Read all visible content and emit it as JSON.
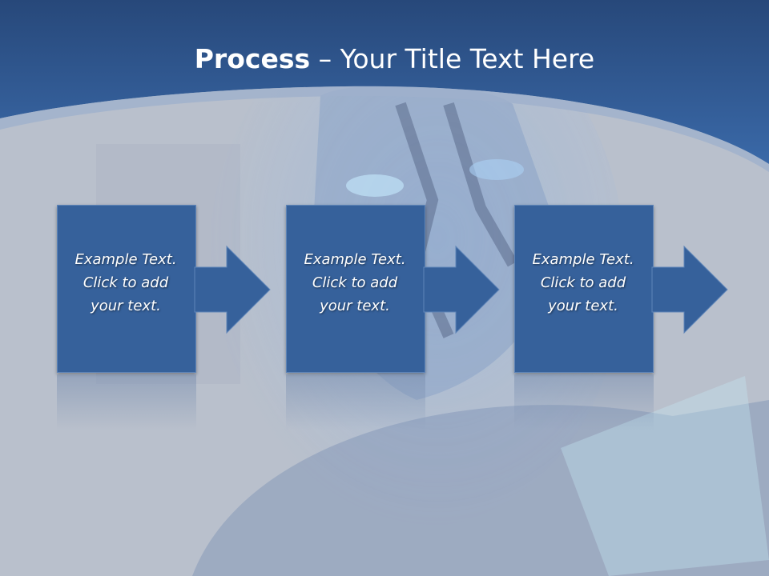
{
  "slide": {
    "title_bold": "Process",
    "title_rest": " – Your Title Text Here"
  },
  "steps": [
    {
      "line1": "Example Text.",
      "line2": "Click  to add",
      "line3": "your text."
    },
    {
      "line1": "Example Text.",
      "line2": "Click  to add",
      "line3": "your text."
    },
    {
      "line1": "Example Text.",
      "line2": "Click  to add",
      "line3": "your text."
    }
  ],
  "colors": {
    "header_blue": "#2f5a96",
    "box_fill": "#36619b",
    "background_gray": "#b9c0cc"
  },
  "background_image": "robot-face-photo"
}
